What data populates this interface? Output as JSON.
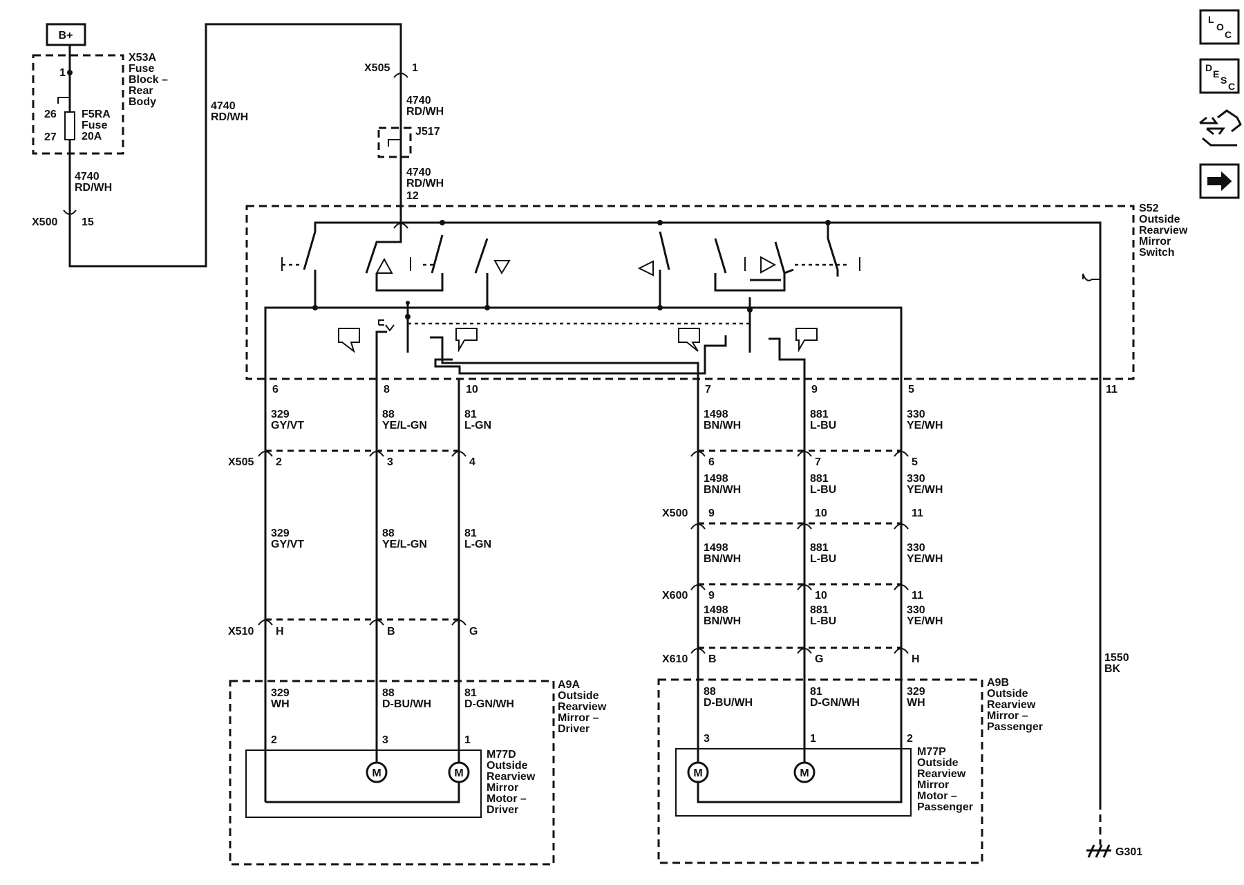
{
  "power": {
    "label": "B+"
  },
  "fuse_block": {
    "ref": "X53A",
    "name": [
      "Fuse",
      "Block –",
      "Rear",
      "Body"
    ],
    "pin_top": "1",
    "pin_a": "26",
    "pin_b": "27",
    "fuse_ref": "F5RA",
    "fuse_word": "Fuse",
    "fuse_rating": "20A"
  },
  "wires": {
    "feed_circuit": "4740",
    "feed_color": "RD/WH",
    "ground_circuit": "1550",
    "ground_color": "BK"
  },
  "connectors": {
    "x500": "X500",
    "x500_feed_pin": "15",
    "x505": "X505",
    "x505_feed_pin": "1",
    "splice": "J517",
    "switch_feed_pin": "12",
    "x600": "X600",
    "x510": "X510",
    "x610": "X610"
  },
  "switch": {
    "ref": "S52",
    "name": [
      "Outside",
      "Rearview",
      "Mirror",
      "Switch"
    ],
    "ground_pin": "11"
  },
  "driver_circuits": [
    {
      "sw_pin": "6",
      "sw_num": "329",
      "sw_color": "GY/VT",
      "x505_pin": "2",
      "mid_num": "329",
      "mid_color": "GY/VT",
      "x510_pin": "H",
      "mir_num": "329",
      "mir_color": "WH",
      "motor_pin": "2"
    },
    {
      "sw_pin": "8",
      "sw_num": "88",
      "sw_color": "YE/L-GN",
      "x505_pin": "3",
      "mid_num": "88",
      "mid_color": "YE/L-GN",
      "x510_pin": "B",
      "mir_num": "88",
      "mir_color": "D-BU/WH",
      "motor_pin": "3"
    },
    {
      "sw_pin": "10",
      "sw_num": "81",
      "sw_color": "L-GN",
      "x505_pin": "4",
      "mid_num": "81",
      "mid_color": "L-GN",
      "x510_pin": "G",
      "mir_num": "81",
      "mir_color": "D-GN/WH",
      "motor_pin": "1"
    }
  ],
  "pass_circuits": [
    {
      "sw_pin": "7",
      "sw_num": "1498",
      "sw_color": "BN/WH",
      "x505_pin": "6",
      "a_num": "1498",
      "a_color": "BN/WH",
      "x500_pin": "9",
      "b_num": "1498",
      "b_color": "BN/WH",
      "x600_pin": "9",
      "c_num": "1498",
      "c_color": "BN/WH",
      "x610_pin": "B",
      "mir_num": "88",
      "mir_color": "D-BU/WH",
      "motor_pin": "3"
    },
    {
      "sw_pin": "9",
      "sw_num": "881",
      "sw_color": "L-BU",
      "x505_pin": "7",
      "a_num": "881",
      "a_color": "L-BU",
      "x500_pin": "10",
      "b_num": "881",
      "b_color": "L-BU",
      "x600_pin": "10",
      "c_num": "881",
      "c_color": "L-BU",
      "x610_pin": "G",
      "mir_num": "81",
      "mir_color": "D-GN/WH",
      "motor_pin": "1"
    },
    {
      "sw_pin": "5",
      "sw_num": "330",
      "sw_color": "YE/WH",
      "x505_pin": "5",
      "a_num": "330",
      "a_color": "YE/WH",
      "x500_pin": "11",
      "b_num": "330",
      "b_color": "YE/WH",
      "x600_pin": "11",
      "c_num": "330",
      "c_color": "YE/WH",
      "x610_pin": "H",
      "mir_num": "329",
      "mir_color": "WH",
      "motor_pin": "2"
    }
  ],
  "driver_mirror": {
    "ref": "A9A",
    "name": [
      "Outside",
      "Rearview",
      "Mirror –",
      "Driver"
    ],
    "motor_ref": "M77D",
    "motor_name": [
      "Outside",
      "Rearview",
      "Mirror",
      "Motor –",
      "Driver"
    ]
  },
  "pass_mirror": {
    "ref": "A9B",
    "name": [
      "Outside",
      "Rearview",
      "Mirror –",
      "Passenger"
    ],
    "motor_ref": "M77P",
    "motor_name": [
      "Outside",
      "Rearview",
      "Mirror",
      "Motor –",
      "Passenger"
    ]
  },
  "motor_symbol": "M",
  "ground": {
    "ref": "G301"
  },
  "sidebar": {
    "loc": [
      "L",
      "O",
      "C"
    ],
    "desc": [
      "D",
      "E",
      "S",
      "C"
    ]
  }
}
